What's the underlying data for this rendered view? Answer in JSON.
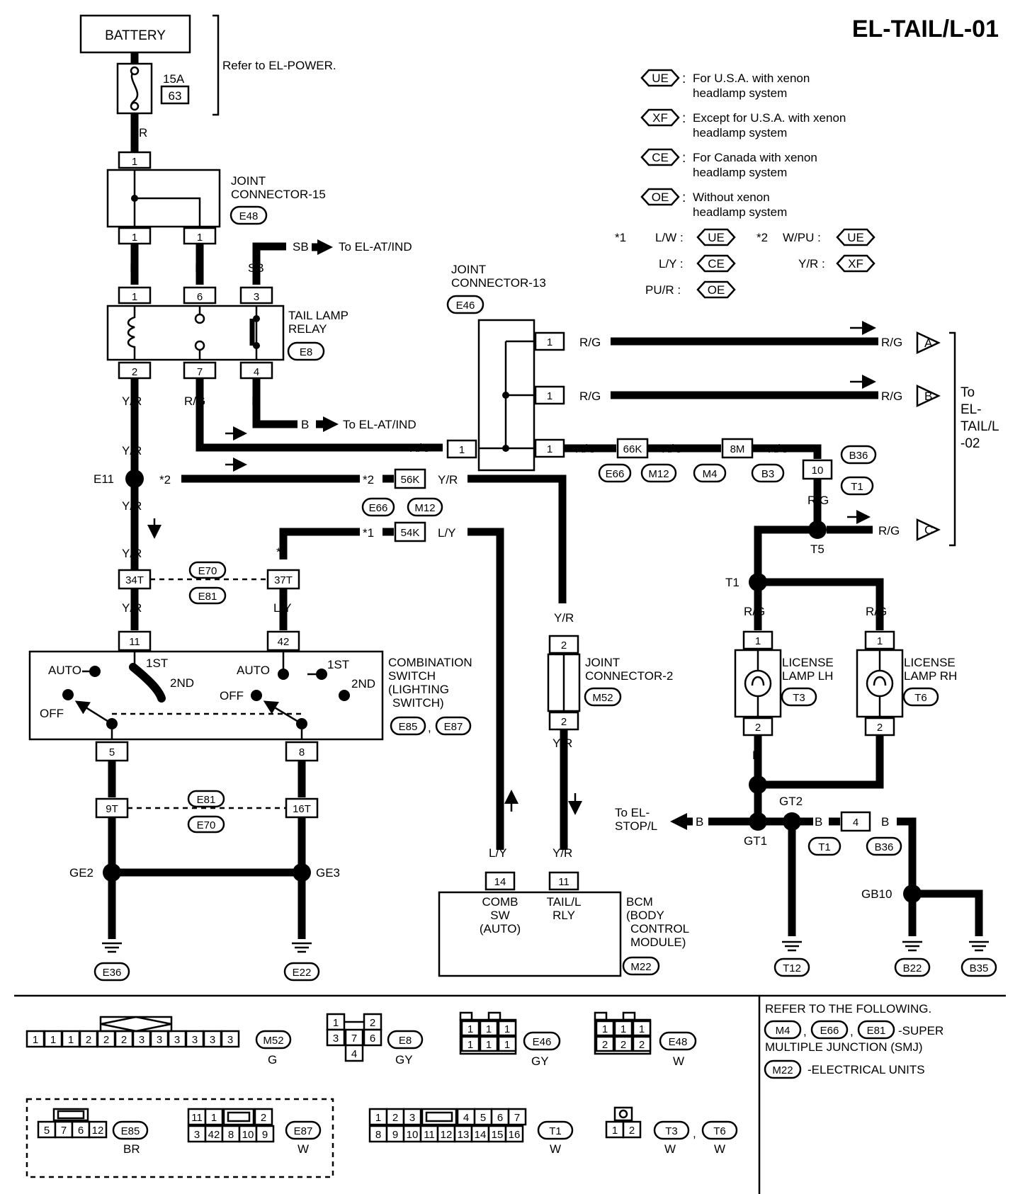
{
  "header": {
    "title": "EL-TAIL/L-01"
  },
  "legend": [
    {
      "code": "UE",
      "desc1": "For U.S.A. with xenon",
      "desc2": "headlamp system"
    },
    {
      "code": "XF",
      "desc1": "Except for U.S.A. with xenon",
      "desc2": "headlamp system"
    },
    {
      "code": "CE",
      "desc1": "For Canada with xenon",
      "desc2": "headlamp system"
    },
    {
      "code": "OE",
      "desc1": "Without xenon",
      "desc2": "headlamp system"
    }
  ],
  "notes": {
    "star1": "*1",
    "star2": "*2",
    "lw": "L/W :",
    "ly": "L/Y :",
    "pur": "PU/R :",
    "wpu": "W/PU :",
    "yr": "Y/R :",
    "ue": "UE",
    "ce": "CE",
    "oe": "OE",
    "xf": "XF"
  },
  "components": {
    "battery": "BATTERY",
    "refer_power": "Refer to EL-POWER.",
    "fuse_amp": "15A",
    "fuse_no": "63",
    "jc15": [
      "JOINT",
      "CONNECTOR-15"
    ],
    "e48": "E48",
    "tail_relay": [
      "TAIL LAMP",
      "RELAY"
    ],
    "e8": "E8",
    "to_el_at_ind": "To EL-AT/IND",
    "jc13": [
      "JOINT",
      "CONNECTOR-13"
    ],
    "e46": "E46",
    "to_el_tail_02": [
      "To",
      "EL-",
      "TAIL/L",
      "-02"
    ],
    "comb_switch": [
      "COMBINATION",
      "SWITCH",
      "(LIGHTING",
      "SWITCH)"
    ],
    "e85": "E85",
    "e87": "E87",
    "comma": ",",
    "jc2": [
      "JOINT",
      "CONNECTOR-2"
    ],
    "m52": "M52",
    "license_lh": [
      "LICENSE",
      "LAMP LH"
    ],
    "license_rh": [
      "LICENSE",
      "LAMP RH"
    ],
    "t3": "T3",
    "t6": "T6",
    "bcm": [
      "BCM",
      "(BODY",
      "CONTROL",
      "MODULE)"
    ],
    "m22": "M22",
    "bcm_pin14": [
      "COMB",
      "SW",
      "(AUTO)"
    ],
    "bcm_pin11": [
      "TAIL/L",
      "RLY"
    ],
    "to_el_stop": [
      "To EL-",
      "STOP/L"
    ],
    "sw_auto": "AUTO",
    "sw_1st": "1ST",
    "sw_2nd": "2ND",
    "sw_off": "OFF"
  },
  "wires": {
    "r": "R",
    "sb": "SB",
    "yr": "Y/R",
    "rg": "R/G",
    "b": "B",
    "ly": "L/Y"
  },
  "pins": {
    "p1": "1",
    "p2": "2",
    "p3": "3",
    "p4": "4",
    "p5": "5",
    "p6": "6",
    "p7": "7",
    "p8": "8",
    "p10": "10",
    "p11": "11",
    "p14": "14",
    "p42": "42",
    "k56": "56K",
    "k54": "54K",
    "k66": "66K",
    "m8": "8M",
    "t34": "34T",
    "t37": "37T",
    "t9": "9T",
    "t16": "16T"
  },
  "splices": {
    "e11": "E11",
    "t5": "T5",
    "t1": "T1",
    "gt1": "GT1",
    "gt2": "GT2",
    "ge2": "GE2",
    "ge3": "GE3",
    "gb10": "GB10"
  },
  "connectors": {
    "e66": "E66",
    "m12": "M12",
    "m4": "M4",
    "b3": "B3",
    "b36": "B36",
    "t1": "T1",
    "e70": "E70",
    "e81": "E81",
    "e36": "E36",
    "e22": "E22",
    "t12": "T12",
    "b22": "B22",
    "b35": "B35"
  },
  "arrow_labels": {
    "a": "A",
    "b": "B",
    "c": "C"
  },
  "connector_views": {
    "m52_pins": [
      "1",
      "1",
      "1",
      "2",
      "2",
      "2",
      "3",
      "3",
      "3",
      "3",
      "3",
      "3"
    ],
    "m52_color": "G",
    "e8_pins": [
      "1",
      "2",
      "3",
      "7",
      "6",
      "4"
    ],
    "e8_color": "GY",
    "e46_pins": [
      "1",
      "1",
      "1",
      "1",
      "1",
      "1"
    ],
    "e46_color": "GY",
    "e48_pins": [
      "1",
      "1",
      "1",
      "2",
      "2",
      "2"
    ],
    "e48_color": "W",
    "e85_pins": [
      "5",
      "7",
      "6",
      "12"
    ],
    "e85_color": "BR",
    "e87_pins": [
      "11",
      "1",
      "2",
      "3",
      "42",
      "8",
      "10",
      "9"
    ],
    "e87_color": "W",
    "t1_pins": [
      "1",
      "2",
      "3",
      "4",
      "5",
      "6",
      "7",
      "8",
      "9",
      "10",
      "11",
      "12",
      "13",
      "14",
      "15",
      "16"
    ],
    "t1_color": "W",
    "t3t6_pins": [
      "1",
      "2"
    ],
    "t3_color": "W",
    "t6_color": "W"
  },
  "references": {
    "title": "REFER TO THE FOLLOWING.",
    "smj_codes": [
      "M4",
      "E66",
      "E81"
    ],
    "smj_text1": "-SUPER",
    "smj_text2": "MULTIPLE JUNCTION (SMJ)",
    "eu_code": "M22",
    "eu_text": "-ELECTRICAL UNITS"
  }
}
